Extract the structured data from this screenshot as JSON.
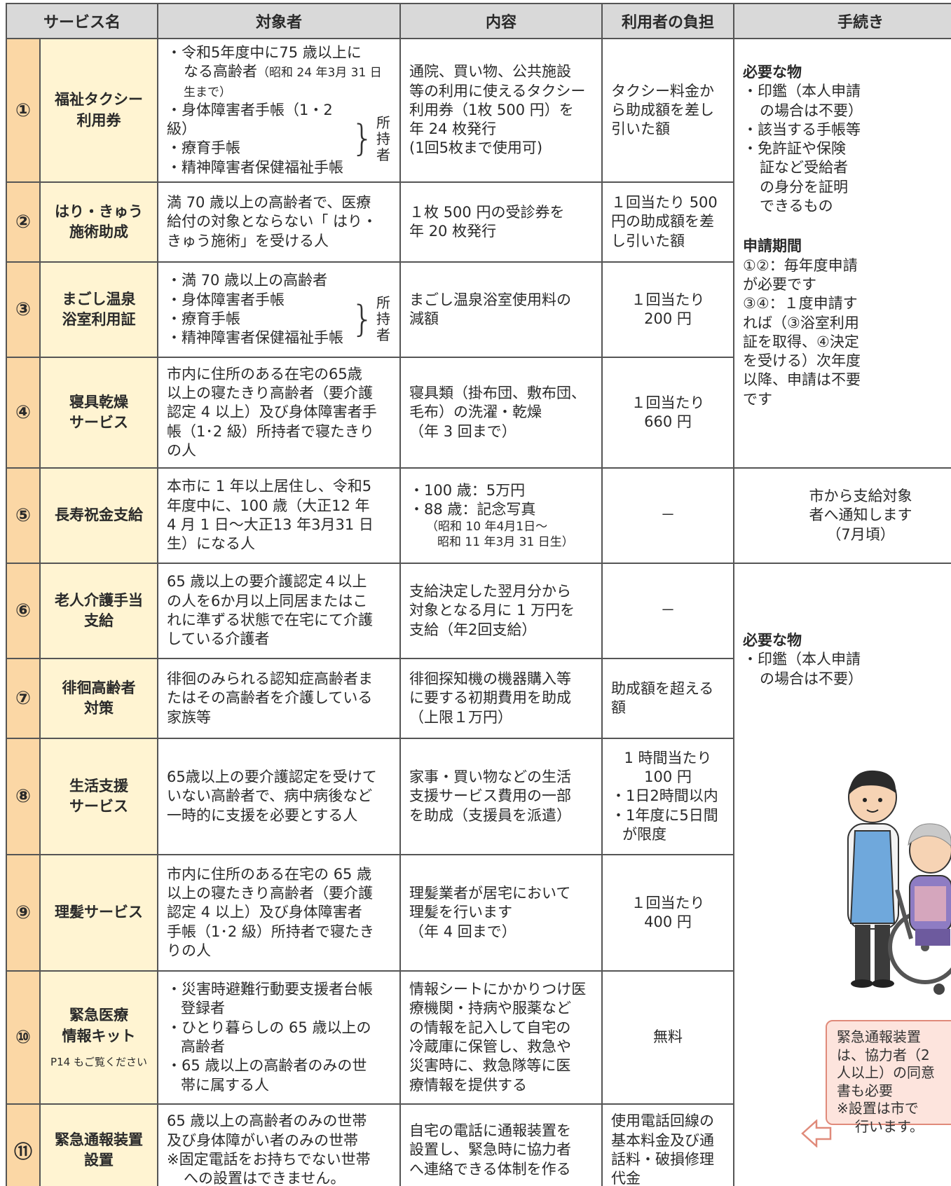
{
  "headers": [
    "サービス名",
    "対象者",
    "内容",
    "利用者の負担",
    "手続き"
  ],
  "rows": [
    {
      "num": "①",
      "service": [
        "福祉タクシー",
        "利用券"
      ],
      "target_main": "・令和5年度中に75 歳以上に",
      "target_main2": "なる高齢者",
      "target_note": "（昭和 24 年3月 31 日生まで）",
      "target_items": [
        "・身体障害者手帳（1・2 級）",
        "・療育手帳",
        "・精神障害者保健福祉手帳"
      ],
      "target_shoji": [
        "所",
        "持",
        "者"
      ],
      "content": [
        "通院、買い物、公共施設",
        "等の利用に使えるタクシー",
        "利用券（1枚 500 円）を",
        "年 24 枚発行",
        "(1回5枚まで使用可)"
      ],
      "burden": [
        "タクシー料金か",
        "ら助成額を差し",
        "引いた額"
      ]
    },
    {
      "num": "②",
      "service": [
        "はり・きゅう",
        "施術助成"
      ],
      "target": [
        "満 70 歳以上の高齢者で、医療",
        "給付の対象とならない「 はり・",
        "きゅう施術」を受ける人"
      ],
      "content": [
        "１枚 500 円の受診券を",
        "年 20 枚発行"
      ],
      "burden": [
        "１回当たり 500",
        "円の助成額を差",
        "し引いた額"
      ]
    },
    {
      "num": "③",
      "service": [
        "まごし温泉",
        "浴室利用証"
      ],
      "target_items": [
        "・満 70 歳以上の高齢者",
        "・身体障害者手帳",
        "・療育手帳",
        "・精神障害者保健福祉手帳"
      ],
      "target_shoji": [
        "所",
        "持",
        "者"
      ],
      "content": [
        "まごし温泉浴室使用料の",
        "減額"
      ],
      "burden": [
        "１回当たり",
        "200 円"
      ]
    },
    {
      "num": "④",
      "service": [
        "寝具乾燥",
        "サービス"
      ],
      "target": [
        "市内に住所のある在宅の65歳",
        "以上の寝たきり高齢者（要介護",
        "認定 4 以上）及び身体障害者手",
        "帳（1･2 級）所持者で寝たきり",
        "の人"
      ],
      "content": [
        "寝具類（掛布団、敷布団、",
        "毛布）の洗濯・乾燥",
        "（年 3 回まで）"
      ],
      "burden": [
        "１回当たり",
        "660 円"
      ]
    },
    {
      "num": "⑤",
      "service": [
        "長寿祝金支給"
      ],
      "target": [
        "本市に 1 年以上居住し、令和5",
        "年度中に、100 歳（大正12 年",
        "4 月 1 日～大正13 年3月31 日",
        "生）になる人"
      ],
      "content": [
        "・100 歳：5万円",
        "・88 歳：記念写真"
      ],
      "content_note": [
        "（昭和 10 年4月1日～",
        "昭和 11 年3月 31 日生）"
      ],
      "burden": [
        "－"
      ],
      "procedure": [
        "市から支給対象",
        "者へ通知します",
        "（7月頃）"
      ]
    },
    {
      "num": "⑥",
      "service": [
        "老人介護手当",
        "支給"
      ],
      "target": [
        "65 歳以上の要介護認定４以上",
        "の人を6か月以上同居またはこ",
        "れに準ずる状態で在宅にて介護",
        "している介護者"
      ],
      "content": [
        "支給決定した翌月分から",
        "対象となる月に 1 万円を",
        "支給（年2回支給）"
      ],
      "burden": [
        "－"
      ]
    },
    {
      "num": "⑦",
      "service": [
        "徘徊高齢者",
        "対策"
      ],
      "target": [
        "徘徊のみられる認知症高齢者ま",
        "たはその高齢者を介護している",
        "家族等"
      ],
      "content": [
        "徘徊探知機の機器購入等",
        "に要する初期費用を助成",
        "（上限１万円）"
      ],
      "burden": [
        "助成額を超える",
        "額"
      ]
    },
    {
      "num": "⑧",
      "service": [
        "生活支援",
        "サービス"
      ],
      "target": [
        "65歳以上の要介護認定を受けて",
        "いない高齢者で、病中病後など",
        "一時的に支援を必要とする人"
      ],
      "content": [
        "家事・買い物などの生活",
        "支援サービス費用の一部",
        "を助成（支援員を派遣）"
      ],
      "burden_head": [
        "1 時間当たり",
        "100 円"
      ],
      "burden_items": [
        "・1日2時間以内",
        "・1年度に5日間",
        "が限度"
      ]
    },
    {
      "num": "⑨",
      "service": [
        "理髪サービス"
      ],
      "target": [
        "市内に住所のある在宅の 65 歳",
        "以上の寝たきり高齢者（要介護",
        "認定 4 以上）及び身体障害者",
        "手帳（1･2 級）所持者で寝たき",
        "りの人"
      ],
      "content": [
        "理髪業者が居宅において",
        "理髪を行います",
        "（年 4 回まで）"
      ],
      "burden": [
        "１回当たり",
        "400 円"
      ]
    },
    {
      "num": "⑩",
      "service": [
        "緊急医療",
        "情報キット"
      ],
      "service_note": "P14 もご覧ください",
      "target_items": [
        "・災害時避難行動要支援者台帳",
        "登録者",
        "・ひとり暮らしの 65 歳以上の",
        "高齢者",
        "・65 歳以上の高齢者のみの世",
        "帯に属する人"
      ],
      "content": [
        "情報シートにかかりつけ医",
        "療機関・持病や服薬など",
        "の情報を記入して自宅の",
        "冷蔵庫に保管し、救急や",
        "災害時に、救急隊等に医",
        "療情報を提供する"
      ],
      "burden": [
        "無料"
      ]
    },
    {
      "num": "⑪",
      "service": [
        "緊急通報装置",
        "設置"
      ],
      "target": [
        "65 歳以上の高齢者のみの世帯",
        "及び身体障がい者のみの世帯",
        "※固定電話をお持ちでない世帯",
        "への設置はできません。"
      ],
      "content": [
        "自宅の電話に通報装置を",
        "設置し、緊急時に協力者",
        "へ連絡できる体制を作る"
      ],
      "burden": [
        "使用電話回線の",
        "基本料金及び通",
        "話料・破損修理",
        "代金"
      ]
    }
  ],
  "procedure_a": {
    "heading1": "必要な物",
    "items1": [
      "・印鑑（本人申請",
      "の場合は不要）",
      "・該当する手帳等",
      "・免許証や保険",
      "証など受給者",
      "の身分を証明",
      "できるもの"
    ],
    "heading2": "申請期間",
    "text2": [
      "①②：毎年度申請",
      "が必要です",
      "③④：１度申請す",
      "れば（③浴室利用",
      "証を取得、④決定",
      "を受ける）次年度",
      "以降、申請は不要",
      "です"
    ]
  },
  "procedure_b": {
    "heading": "必要な物",
    "items": [
      "・印鑑（本人申請",
      "の場合は不要）"
    ]
  },
  "callout": [
    "緊急通報装置",
    "は、協力者（2",
    "人以上）の同意",
    "書も必要",
    "※設置は市で",
    "行います。"
  ],
  "illustration": "caregiver-wheelchair-illustration",
  "colors": {
    "number_bg": "#fbd7a5",
    "service_bg": "#fff4d2",
    "header_bg": "#d9d9d9",
    "callout_bg": "#fde4dd"
  }
}
